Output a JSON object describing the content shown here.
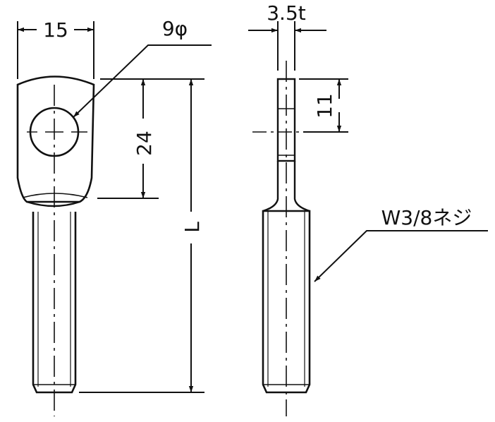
{
  "drawing": {
    "front_view": {
      "width_dim": "15",
      "hole_dim": "9φ",
      "hole_center_dim": "24",
      "overall_length_dim": "L"
    },
    "side_view": {
      "thickness_dim": "3.5t",
      "flat_dim": "11",
      "thread_callout": "W3/8ネジ"
    }
  }
}
